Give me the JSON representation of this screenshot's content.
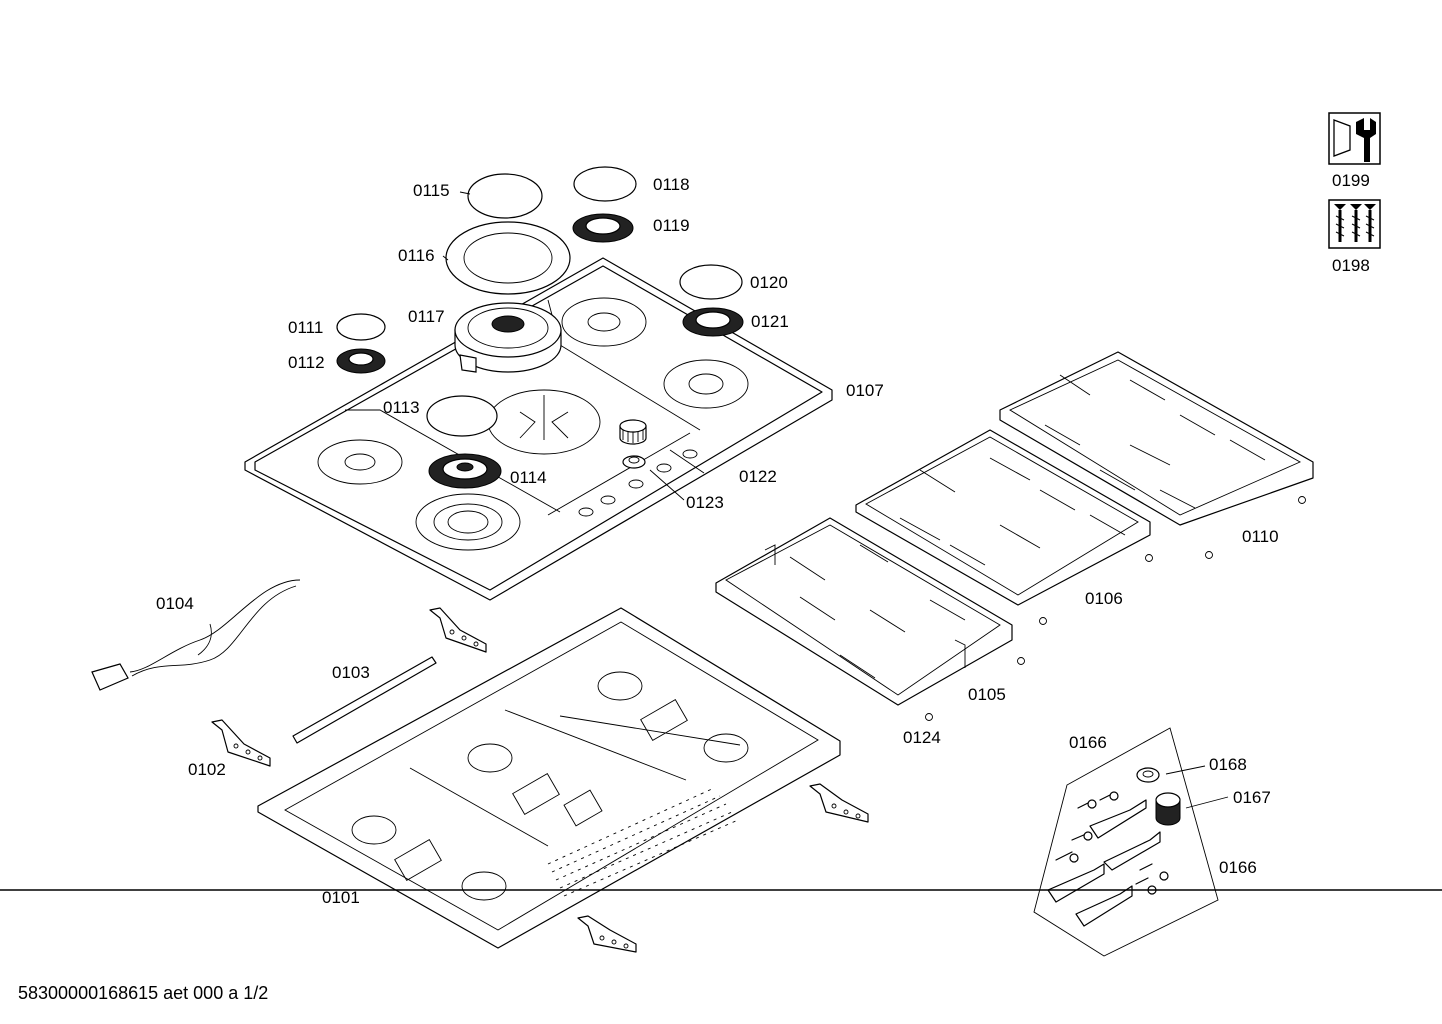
{
  "labels": {
    "p0101": "0101",
    "p0102": "0102",
    "p0103": "0103",
    "p0104": "0104",
    "p0105": "0105",
    "p0106": "0106",
    "p0107": "0107",
    "p0110": "0110",
    "p0111": "0111",
    "p0112": "0112",
    "p0113": "0113",
    "p0114": "0114",
    "p0115": "0115",
    "p0116": "0116",
    "p0117": "0117",
    "p0118": "0118",
    "p0119": "0119",
    "p0120": "0120",
    "p0121": "0121",
    "p0122": "0122",
    "p0123": "0123",
    "p0124": "0124",
    "p0166a": "0166",
    "p0166b": "0166",
    "p0167": "0167",
    "p0168": "0168",
    "p0198": "0198",
    "p0199": "0199"
  },
  "footer": {
    "document_id": "58300000168615 aet 000 a 1/2"
  },
  "icons": {
    "tool_kit": "wrench-nut-icon",
    "screw_kit": "screws-icon"
  }
}
